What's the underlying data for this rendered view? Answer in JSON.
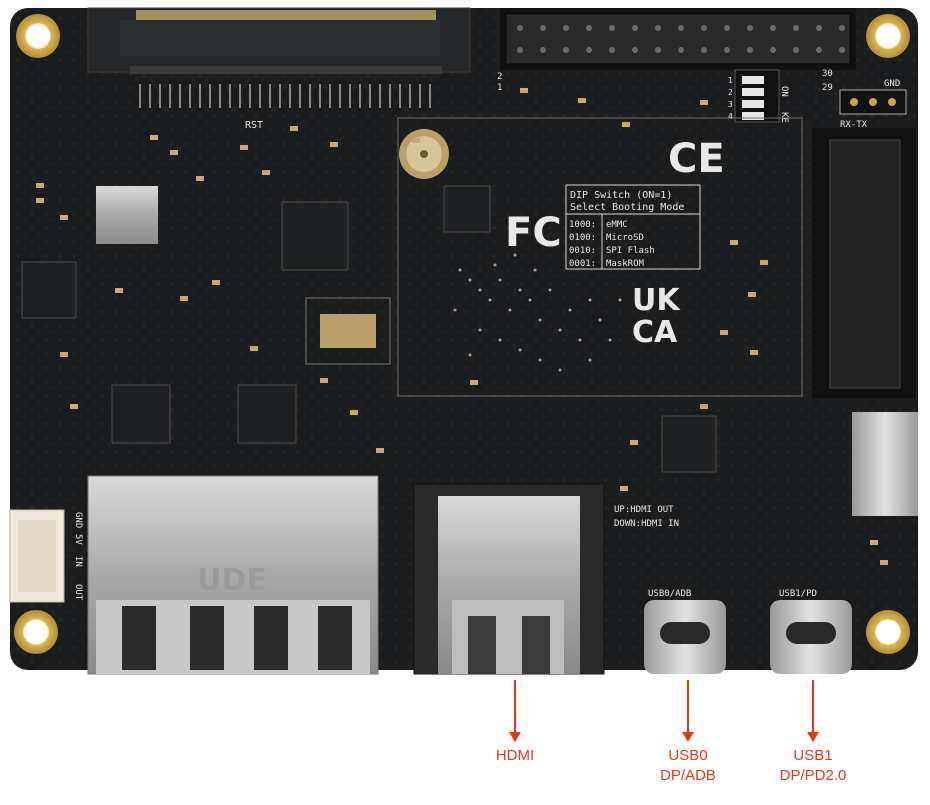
{
  "board": {
    "silkscreen": {
      "rst": "RST",
      "pin2": "2",
      "pin1": "1",
      "pin30": "30",
      "pin29": "29",
      "gnd": "GND",
      "rx_tx": "RX-TX",
      "dip_on": "ON",
      "dip_ke": "KE",
      "dip_numbers": [
        "1",
        "2",
        "3",
        "4"
      ],
      "ce_mark": "CE",
      "fc_mark": "FC",
      "ukca_top": "UK",
      "ukca_bottom": "CA",
      "ethernet_brand": "UDE",
      "uart_labels": [
        "GND",
        "5V",
        "IN",
        "OUT"
      ],
      "hdmi_switch_up": "UP:HDMI OUT",
      "hdmi_switch_down": "DOWN:HDMI IN",
      "usb0_label": "USB0/ADB",
      "usb1_label": "USB1/PD"
    },
    "dip_table": {
      "title": "DIP Switch (ON=1)",
      "subtitle": "Select Booting Mode",
      "rows": [
        {
          "code": "1000:",
          "mode": "eMMC"
        },
        {
          "code": "0100:",
          "mode": "MicroSD"
        },
        {
          "code": "0010:",
          "mode": "SPI Flash"
        },
        {
          "code": "0001:",
          "mode": "MaskROM"
        }
      ]
    },
    "colors": {
      "pcb": "#1b1c1e",
      "callout": "#e03a1e",
      "gold": "#c9a64a"
    }
  },
  "callouts": {
    "hdmi": "HDMI",
    "usb0": "USB0\nDP/ADB",
    "usb1": "USB1\nDP/PD2.0"
  }
}
